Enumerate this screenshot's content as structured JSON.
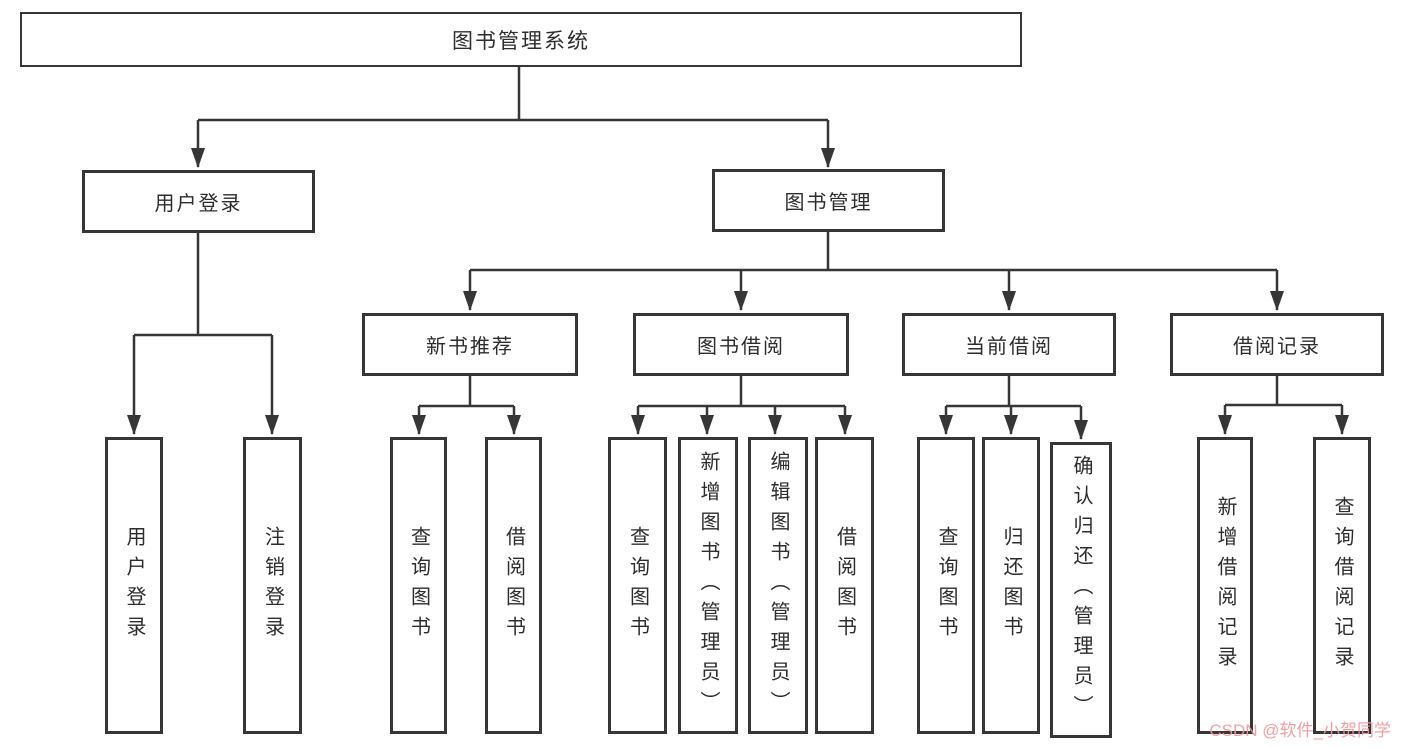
{
  "diagram": {
    "type": "hierarchy-tree",
    "background_color": "#ffffff",
    "line_color": "#363636",
    "text_color": "#2d2d2d"
  },
  "tree": {
    "label": "图书管理系统",
    "children": [
      {
        "label": "用户登录",
        "children": [
          {
            "label": "用户登录"
          },
          {
            "label": "注销登录"
          }
        ]
      },
      {
        "label": "图书管理",
        "children": [
          {
            "label": "新书推荐",
            "children": [
              {
                "label": "查询图书"
              },
              {
                "label": "借阅图书"
              }
            ]
          },
          {
            "label": "图书借阅",
            "children": [
              {
                "label": "查询图书"
              },
              {
                "label": "新增图书（管理员）"
              },
              {
                "label": "编辑图书（管理员）"
              },
              {
                "label": "借阅图书"
              }
            ]
          },
          {
            "label": "当前借阅",
            "children": [
              {
                "label": "查询图书"
              },
              {
                "label": "归还图书"
              },
              {
                "label": "确认归还（管理员）"
              }
            ]
          },
          {
            "label": "借阅记录",
            "children": [
              {
                "label": "新增借阅记录"
              },
              {
                "label": "查询借阅记录"
              }
            ]
          }
        ]
      }
    ]
  },
  "watermark": {
    "text": "CSDN @软件_小贺同学",
    "color": "#f0989b"
  }
}
